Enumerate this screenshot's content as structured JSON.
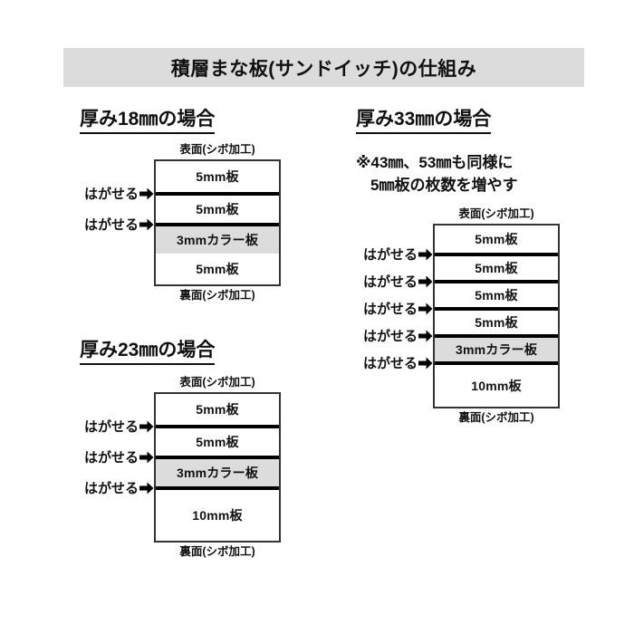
{
  "title": {
    "text": "積層まな板(サンドイッチ)の仕組み"
  },
  "labels": {
    "top_face": "表面(シボ加工)",
    "bottom_face": "裏面(シボ加工)",
    "peel": "はがせる",
    "peel_arrow_icon": "right-arrow-icon"
  },
  "colors": {
    "banner_bg": "#dcdcdc",
    "color_layer_bg": "#dcdcdc",
    "box_border": "#333333",
    "divider": "#000000",
    "page_bg": "#ffffff",
    "text": "#111111"
  },
  "sections": [
    {
      "id": "thickness-18",
      "heading": "厚み18㎜の場合",
      "top_face": "表面(シボ加工)",
      "bottom_face": "裏面(シボ加工)",
      "layers": [
        {
          "label": "5mm板",
          "thickness_mm": 5,
          "color_layer": false,
          "peelable_above": false
        },
        {
          "label": "5mm板",
          "thickness_mm": 5,
          "color_layer": false,
          "peelable_above": true
        },
        {
          "label": "3mmカラー板",
          "thickness_mm": 3,
          "color_layer": true,
          "peelable_above": true
        },
        {
          "label": "5mm板",
          "thickness_mm": 5,
          "color_layer": false,
          "peelable_above": false
        }
      ]
    },
    {
      "id": "thickness-23",
      "heading": "厚み23㎜の場合",
      "top_face": "表面(シボ加工)",
      "bottom_face": "裏面(シボ加工)",
      "layers": [
        {
          "label": "5mm板",
          "thickness_mm": 5,
          "color_layer": false,
          "peelable_above": false
        },
        {
          "label": "5mm板",
          "thickness_mm": 5,
          "color_layer": false,
          "peelable_above": true
        },
        {
          "label": "3mmカラー板",
          "thickness_mm": 3,
          "color_layer": true,
          "peelable_above": true
        },
        {
          "label": "10mm板",
          "thickness_mm": 10,
          "color_layer": false,
          "peelable_above": true
        }
      ]
    },
    {
      "id": "thickness-33",
      "heading": "厚み33㎜の場合",
      "note_line1": "※43㎜、53㎜も同様に",
      "note_line2": "5㎜板の枚数を増やす",
      "top_face": "表面(シボ加工)",
      "bottom_face": "裏面(シボ加工)",
      "layers": [
        {
          "label": "5mm板",
          "thickness_mm": 5,
          "color_layer": false,
          "peelable_above": false
        },
        {
          "label": "5mm板",
          "thickness_mm": 5,
          "color_layer": false,
          "peelable_above": true
        },
        {
          "label": "5mm板",
          "thickness_mm": 5,
          "color_layer": false,
          "peelable_above": true
        },
        {
          "label": "5mm板",
          "thickness_mm": 5,
          "color_layer": false,
          "peelable_above": true
        },
        {
          "label": "3mmカラー板",
          "thickness_mm": 3,
          "color_layer": true,
          "peelable_above": true
        },
        {
          "label": "10mm板",
          "thickness_mm": 10,
          "color_layer": false,
          "peelable_above": true
        }
      ]
    }
  ]
}
